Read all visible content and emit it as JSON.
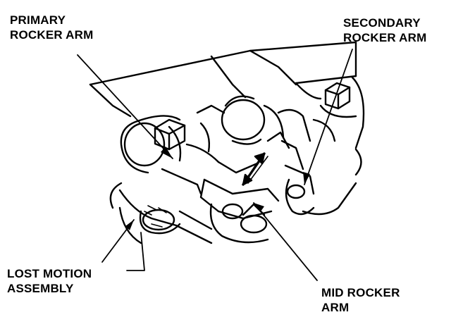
{
  "labels": {
    "primary": {
      "line1": "PRIMARY",
      "line2": "ROCKER ARM"
    },
    "secondary": {
      "line1": "SECONDARY",
      "line2": "ROCKER ARM"
    },
    "lost_motion": {
      "line1": "LOST MOTION",
      "line2": "ASSEMBLY"
    },
    "mid": {
      "line1": "MID ROCKER",
      "line2": "ARM"
    }
  }
}
